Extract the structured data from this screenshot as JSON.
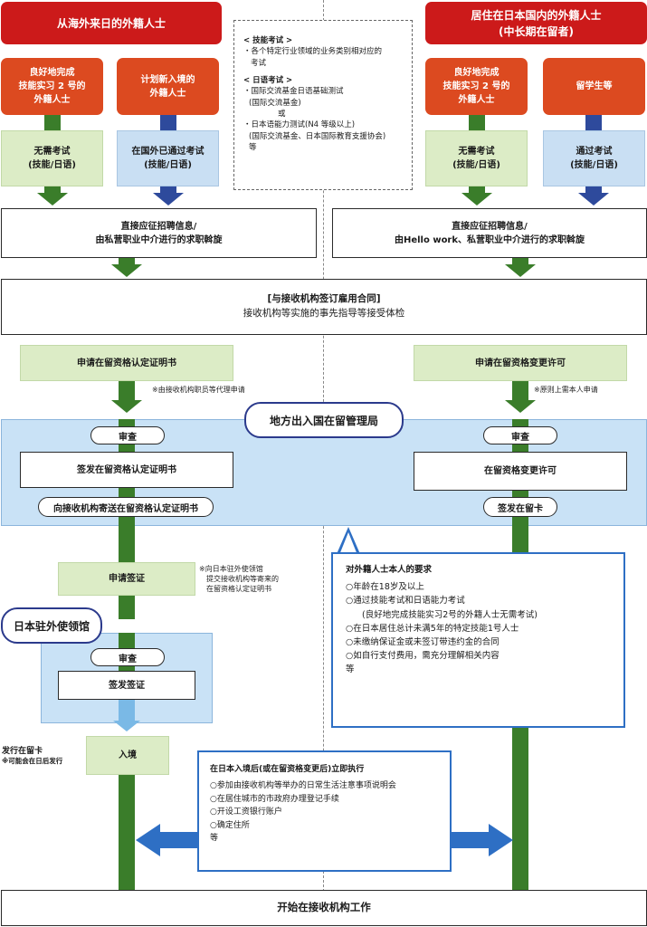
{
  "left_header": "从海外来日的外籍人士",
  "right_header_line1": "居住在日本国内的外籍人士",
  "right_header_line2": "(中长期在留者)",
  "exam_info": {
    "title1": "< 技能考试 >",
    "line1": "・各个特定行业领域的业务类别相对应的",
    "line2": "考试",
    "title2": "< 日语考试 >",
    "line3": "・国际交流基金日语基础测试",
    "line4": "(国际交流基金)",
    "line5": "或",
    "line6": "・日本语能力测试(N4 等级以上)",
    "line7": "(国际交流基金、日本国际教育支援协会)",
    "line8": "等"
  },
  "left_orange1": [
    "良好地完成",
    "技能实习 2 号的",
    "外籍人士"
  ],
  "left_orange2": [
    "计划新入境的",
    "外籍人士"
  ],
  "right_orange1": [
    "良好地完成",
    "技能实习 2 号的",
    "外籍人士"
  ],
  "right_orange2": [
    "留学生等"
  ],
  "left_exam1": [
    "无需考试",
    "(技能/日语)"
  ],
  "left_exam2": [
    "在国外已通过考试",
    "(技能/日语)"
  ],
  "right_exam1": [
    "无需考试",
    "(技能/日语)"
  ],
  "right_exam2": [
    "通过考试",
    "(技能/日语)"
  ],
  "left_recruit": [
    "直接应征招聘信息/",
    "由私营职业中介进行的求职斡旋"
  ],
  "right_recruit": [
    "直接应征招聘信息/",
    "由Hello work、私营职业中介进行的求职斡旋"
  ],
  "contract_line1": "[与接收机构签订雇用合同]",
  "contract_line2": "接收机构等实施的事先指导等接受体检",
  "left_apply": "申请在留资格认定证明书",
  "left_apply_note": "※由接收机构职员等代理申请",
  "right_apply": "申请在留资格变更许可",
  "right_apply_note": "※原则上需本人申请",
  "immigration": "地方出入国在留管理局",
  "review": "审查",
  "left_issue": "签发在留资格认定证明书",
  "left_send": "向接收机构寄送在留资格认定证明书",
  "right_permit": "在留资格变更许可",
  "right_card": "签发在留卡",
  "visa_apply": "申请签证",
  "visa_note": [
    "※向日本驻外使领馆",
    "提交接收机构等寄来的",
    "在留资格认定证明书"
  ],
  "embassy": "日本驻外使领馆",
  "embassy_review": "审查",
  "visa_issue": "签发签证",
  "residence_card_note1": "发行在留卡",
  "residence_card_note2": "※可能会在日后发行",
  "entry": "入境",
  "requirements": {
    "title": "对外籍人士本人的要求",
    "items": [
      "○年龄在18岁及以上",
      "○通过技能考试和日语能力考试",
      "(良好地完成技能实习2号的外籍人士无需考试)",
      "○在日本居住总计未满5年的特定技能1号人士",
      "○未缴纳保证金或未签订带违约金的合同",
      "○如自行支付费用，需充分理解相关内容",
      "等"
    ]
  },
  "after_entry": {
    "title": "在日本入境后(或在留资格变更后)立即执行",
    "items": [
      "○参加由接收机构等举办的日常生活注意事项说明会",
      "○在居住城市的市政府办理登记手续",
      "○开设工资银行账户",
      "○确定住所",
      "等"
    ]
  },
  "start_work": "开始在接收机构工作",
  "colors": {
    "red": "#cc1a1a",
    "orange": "#dc4a20",
    "green": "#3a7d2a",
    "navy": "#2e4a9c",
    "light_blue_band": "#c9e2f6",
    "req_border": "#2e6fc4"
  }
}
